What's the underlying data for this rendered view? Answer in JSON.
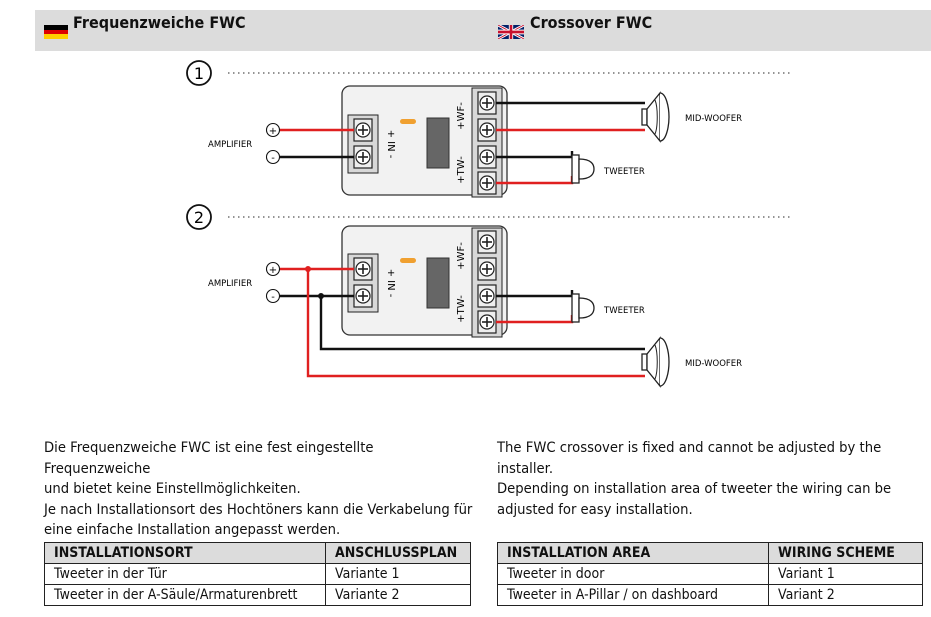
{
  "header": {
    "de_title": "Frequenzweiche FWC",
    "en_title": "Crossover FWC",
    "de_flag_icon": "germany-flag-icon",
    "en_flag_icon": "uk-flag-icon"
  },
  "diagram": {
    "variant_1_number": "1",
    "variant_2_number": "2",
    "amplifier_label": "AMPLIFIER",
    "plus_sign": "+",
    "minus_sign": "-",
    "in_label": "+ IN -",
    "wf_label": "+WF-",
    "tw_label": "+TW-",
    "mid_woofer_label": "MID-WOOFER",
    "tweeter_label": "TWEETER",
    "colors": {
      "positive_wire": "#e02020",
      "negative_wire": "#111111",
      "led": "#f0a030",
      "box": "#f2f2f2"
    }
  },
  "text": {
    "de": [
      "Die Frequenzweiche FWC ist eine fest eingestellte Frequenzweiche",
      "und bietet keine Einstellmöglichkeiten.",
      "Je nach Installationsort des Hochtöners kann die Verkabelung für",
      "eine einfache Installation angepasst werden."
    ],
    "en": [
      "The FWC crossover is fixed and cannot be adjusted by the",
      "installer.",
      "Depending on installation area of tweeter the wiring can be",
      "adjusted for easy installation."
    ]
  },
  "table_de": {
    "headers": [
      "INSTALLATIONSORT",
      "ANSCHLUSSPLAN"
    ],
    "rows": [
      [
        "Tweeter in der Tür",
        "Variante 1"
      ],
      [
        "Tweeter in der A-Säule/Armaturenbrett",
        "Variante 2"
      ]
    ]
  },
  "table_en": {
    "headers": [
      "INSTALLATION AREA",
      "WIRING SCHEME"
    ],
    "rows": [
      [
        "Tweeter in door",
        "Variant 1"
      ],
      [
        "Tweeter in A-Pillar / on dashboard",
        "Variant 2"
      ]
    ]
  }
}
